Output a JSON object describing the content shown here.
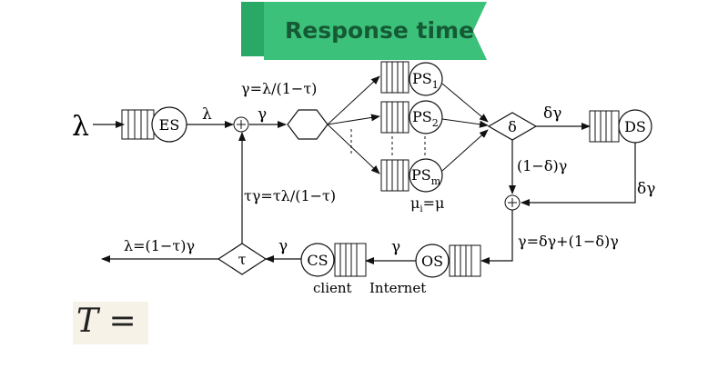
{
  "banner": {
    "title": "Response time",
    "color": "#3cc17a",
    "shade": "#2aa866"
  },
  "formula": {
    "text": "T ="
  },
  "diagram": {
    "input_label": "λ",
    "nodes": {
      "es": "ES",
      "ps1": {
        "base": "PS",
        "sub": "1"
      },
      "ps2": {
        "base": "PS",
        "sub": "2"
      },
      "psm": {
        "base": "PS",
        "sub": "m"
      },
      "delta": "δ",
      "ds": "DS",
      "tau": "τ",
      "cs": "CS",
      "os": "OS"
    },
    "labels": {
      "lambda_es_out": "λ",
      "gamma_after_merge": "γ",
      "gamma_def": "γ=λ/(1−τ)",
      "feedback": "τγ=τλ/(1−τ)",
      "mu": "μ",
      "mu_sub": "i",
      "mu_eq": "=μ",
      "delta_gamma_top": "δγ",
      "one_minus_delta_gamma": "(1−δ)γ",
      "delta_gamma_right": "δγ",
      "sum": "γ=δγ+(1−δ)γ",
      "gamma_os": "γ",
      "gamma_cs": "γ",
      "output": "λ=(1−τ)γ",
      "client": "client",
      "internet": "Internet"
    }
  }
}
